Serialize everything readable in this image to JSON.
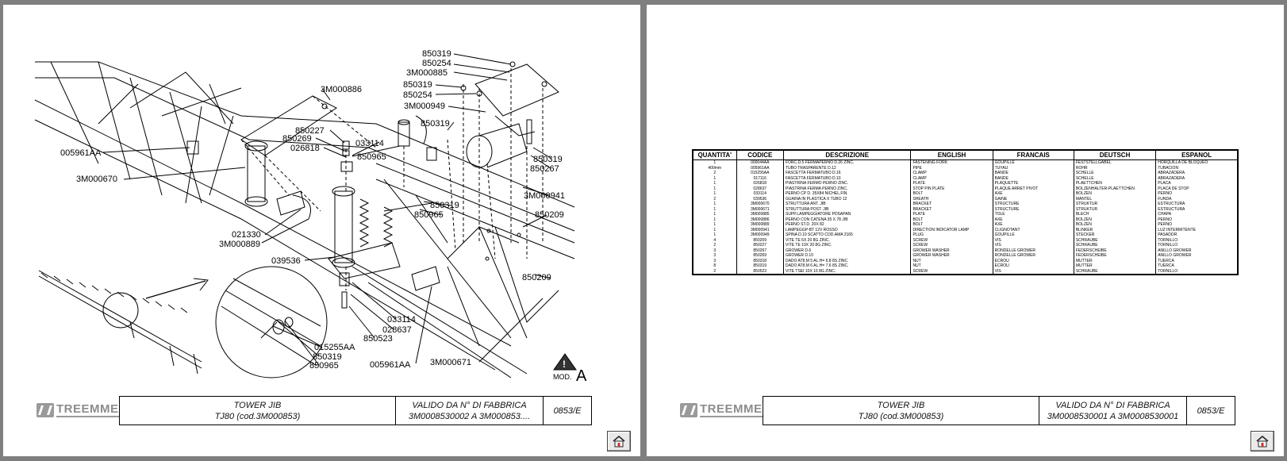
{
  "left_page": {
    "callouts": {
      "c850319a": "850319",
      "c850254a": "850254",
      "c3M000885": "3M000885",
      "c3M000886": "3M000886",
      "c850319b": "850319",
      "c850254b": "850254",
      "c3M000949": "3M000949",
      "c850319c": "850319",
      "c850227": "850227",
      "c850269": "850269",
      "c033114a": "033114",
      "c026818": "026818",
      "c850965a": "850965",
      "c005961AAa": "005961AA",
      "c3M000670": "3M000670",
      "c850319d": "850319",
      "c850267": "850267",
      "c3M000941": "3M000941",
      "c850319e": "850319",
      "c850965b": "850965",
      "c850209a": "850209",
      "c021330": "021330",
      "c3M000889": "3M000889",
      "c039536": "039536",
      "c850209b": "850209",
      "c033114b": "033114",
      "c028637": "028637",
      "c850523": "850523",
      "c015255AA": "015255AA",
      "c850319f": "850319",
      "c850965c": "850965",
      "c005961AAb": "005961AA",
      "c3M000671": "3M000671"
    },
    "mod_badge": {
      "label": "MOD.",
      "letter": "A"
    },
    "footer": {
      "logo": "TREEMME",
      "title_line1": "TOWER JIB",
      "title_line2": "TJ80 (cod.3M000853)",
      "valid_line1": "VALIDO DA N° DI FABBRICA",
      "valid_line2": "3M0008530002 A 3M000853....",
      "code": "0853/E"
    }
  },
  "right_page": {
    "table": {
      "headers": [
        "QUANTITA'",
        "CODICE",
        "DESCRIZIONE",
        "ENGLISH",
        "FRANCAIS",
        "DEUTSCH",
        "ESPANOL"
      ],
      "rows": [
        [
          "1",
          "000044AA",
          "FORC.D.5 FERMAPERNO D.26 ZINC.",
          "FASTENING FORK",
          "GOUPILLE",
          "FESTSTELLGABEL",
          "HORQUILLA DE BLOQUEO"
        ],
        [
          "400mm",
          "005961AA",
          "TUBO TRASPARENTE D.12",
          "PIPE",
          "TUYAU",
          "ROHR",
          "TUBACION"
        ],
        [
          "2",
          "015255AA",
          "FASCETTA FERMATUBO D.16",
          "CLAMP",
          "BANDE",
          "SCHELLE",
          "ABRAZADERA"
        ],
        [
          "1",
          "017116",
          "FASCETTA FERMATUBO D.10",
          "CLAMP",
          "BANDE",
          "SCHELLE",
          "ABRAZADERA"
        ],
        [
          "1",
          "026818",
          "PIASTRINA FERMO PERNO ZINC.",
          "PLATE",
          "PLAQUETTE",
          "PLAETTCHEN",
          "PLACA"
        ],
        [
          "1",
          "028637",
          "PIASTRINA FERMA PERNO ZINC.",
          "STOP PIN PLATE",
          "PLAQUE ARRET PIVOT",
          "BOLZENHALTER-PLAETTCHEN",
          "PLACA DE STOP"
        ],
        [
          "1",
          "033114",
          "PERNO CP D. 35X84 NICHEL.FIN.",
          "BOLT",
          "AXE",
          "BOLZEN",
          "PERNO"
        ],
        [
          "2",
          "039536",
          "GUAINA IN PLASTICA X TUBO 12",
          "SHEATH",
          "GAINE",
          "MANTEL",
          "FUNDA"
        ],
        [
          "1",
          "3M000670",
          "STRUTTURA ANT. JIB",
          "BRACKET",
          "STRUCTURE",
          "STRUKTUR",
          "ESTRUCTURA"
        ],
        [
          "1",
          "3M000671",
          "STRUTTURA POST. JIB",
          "BRACKET",
          "STRUCTURE",
          "STRUKTUR",
          "ESTRUCTURA"
        ],
        [
          "1",
          "3M000885",
          "SUPP.LAMPEGGIATORE PDSAPAN",
          "PLATE",
          "TOLE",
          "BLECH",
          "CHAPA"
        ],
        [
          "1",
          "3M000886",
          "PERNO CON CATENA 35 X 78 JIB",
          "BOLT",
          "AXE",
          "BOLZEN",
          "PERNO"
        ],
        [
          "1",
          "3M000889",
          "PERNO ST.D. 20X 82",
          "BOLT",
          "AXE",
          "BOLZEN",
          "PERNO"
        ],
        [
          "1",
          "3M000941",
          "LAMPEGGP-BT 12V ROSSO",
          "DIRECTION INDICATOR LAMP",
          "CLIGNOTANT",
          "BLINKER",
          "LUZ INTERMITENTE"
        ],
        [
          "1",
          "3M000949",
          "SPINA D.10 SCATTO COD.AMA 2165",
          "PLUG",
          "GOUPILLE",
          "STECKER",
          "PASADOR"
        ],
        [
          "4",
          "850209",
          "VITE TE 6X 20 8G ZINC.",
          "SCREW",
          "VIS",
          "SCHRAUBE",
          "TORNILLO"
        ],
        [
          "2",
          "850227",
          "VITE TE 10X 20 8G ZINC.",
          "SCREW",
          "VIS",
          "SCHRAUBE",
          "TORNILLO"
        ],
        [
          "3",
          "850267",
          "GROWER D.6",
          "GROWER WASHER",
          "RONDELLE GROWER",
          "FEDERSCHEIBE",
          "ANILLO GROWER"
        ],
        [
          "3",
          "850269",
          "GROWER D.10",
          "GROWER WASHER",
          "RONDELLE GROWER",
          "FEDERSCHEIBE",
          "ANILLO GROWER"
        ],
        [
          "3",
          "850318",
          "DADO AT8,M 5 AL.H= 6,8 8S ZINC.",
          "NUT",
          "ECROU",
          "MUTTER",
          "TUERCA"
        ],
        [
          "8",
          "850319",
          "DADO AT8,M 6 AL.H= 7,6 8S ZINC.",
          "NUT",
          "ECROU",
          "MUTTER",
          "TUERCA"
        ],
        [
          "2",
          "850523",
          "VITE TSEI 10X 16 8G ZINC.",
          "SCREW",
          "VIS",
          "SCHRAUBE",
          "TORNILLO"
        ]
      ]
    },
    "footer": {
      "logo": "TREEMME",
      "title_line1": "TOWER JIB",
      "title_line2": "TJ80 (cod.3M000853)",
      "valid_line1": "VALIDO DA N° DI FABBRICA",
      "valid_line2": "3M0008530001 A 3M0008530001",
      "code": "0853/E"
    }
  }
}
